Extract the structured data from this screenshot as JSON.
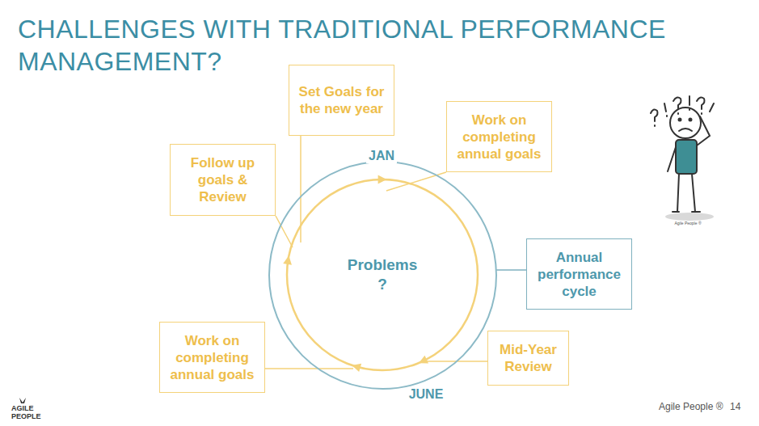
{
  "diagram": {
    "title": "CHALLENGES WITH TRADITIONAL PERFORMANCE MANAGEMENT?",
    "nodes": [
      {
        "text": [
          "Set Goals for the new year"
        ]
      },
      {
        "text": [
          "Work on completing annual goals"
        ]
      },
      {
        "text": [
          "Follow up goals & Review"
        ]
      },
      {
        "text": [
          "Problems ?"
        ]
      },
      {
        "text": [
          "Annual performance cycle"
        ]
      },
      {
        "text": [
          "Mid-Year Review"
        ]
      },
      {
        "text": [
          "Work on completing annual goals"
        ]
      }
    ],
    "edges": [
      {
        "from": 0,
        "to": 3,
        "arrow": "none"
      },
      {
        "from": 1,
        "to": 3,
        "arrow": "none"
      },
      {
        "from": 2,
        "to": 3,
        "arrow": "none"
      },
      {
        "from": 4,
        "to": 3,
        "arrow": "none"
      },
      {
        "from": 5,
        "to": 3,
        "arrow": "none"
      },
      {
        "from": 6,
        "to": 3,
        "arrow": "none"
      }
    ],
    "labels": [
      "JAN",
      "JUNE",
      "Agile People ®",
      "AGILE PEOPLE",
      "Agile People ®",
      "14"
    ]
  }
}
